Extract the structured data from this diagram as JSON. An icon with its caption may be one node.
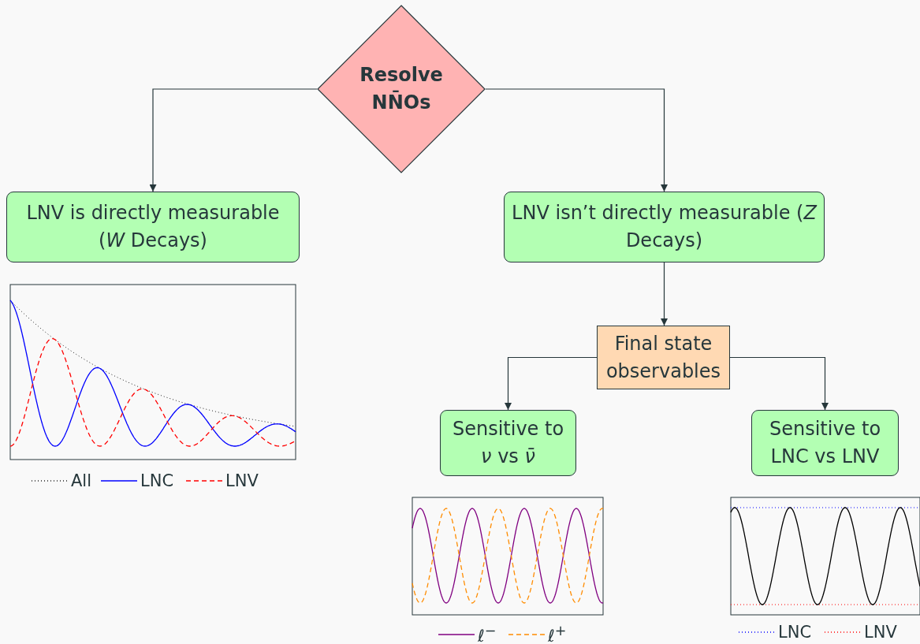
{
  "diagram": {
    "nodes": [
      {
        "text": [
          "Resolve NN̄Os"
        ]
      },
      {
        "text": [
          "LNV is directly measurable (*W* Decays)"
        ]
      },
      {
        "text": [
          "LNV isn’t directly measurable (*Z* Decays)"
        ]
      },
      {
        "text": [
          "Final state observables"
        ]
      },
      {
        "text": [
          "Sensitive to *ν* vs *ν̄*"
        ]
      },
      {
        "text": [
          "Sensitive to LNC vs LNV"
        ]
      }
    ],
    "edges": [
      {
        "from": 0,
        "to": 1,
        "arrow": "to"
      },
      {
        "from": 0,
        "to": 2,
        "arrow": "to"
      },
      {
        "from": 2,
        "to": 3,
        "arrow": "to"
      },
      {
        "from": 3,
        "to": 4,
        "arrow": "to"
      },
      {
        "from": 3,
        "to": 5,
        "arrow": "to"
      }
    ],
    "legend": [
      {
        "text": "All"
      },
      {
        "text": "LNC"
      },
      {
        "text": "LNV"
      },
      {
        "text": "*ℓ*$^{−}$"
      },
      {
        "text": "*ℓ*$^{+}$"
      },
      {
        "text": "LNC"
      },
      {
        "text": "LNV"
      }
    ]
  }
}
